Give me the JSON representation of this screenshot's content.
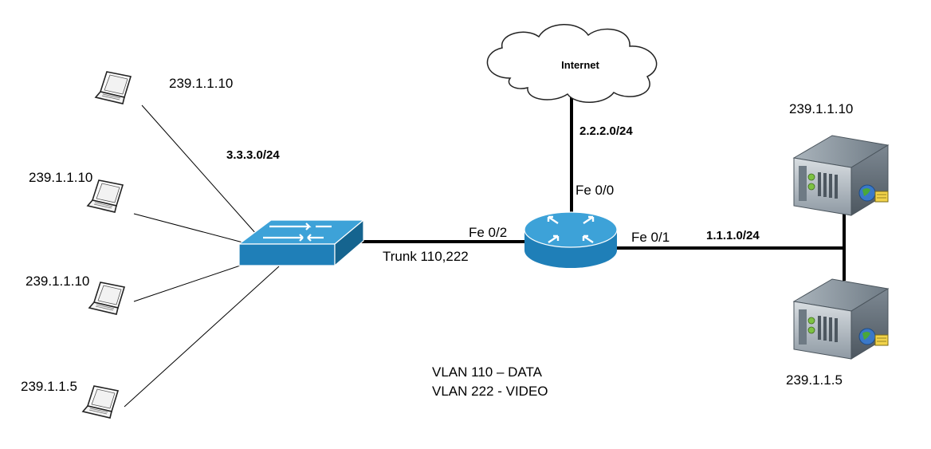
{
  "cloud": {
    "label": "Internet"
  },
  "subnets": {
    "internet": "2.2.2.0/24",
    "lan": "3.3.3.0/24",
    "servers": "1.1.1.0/24"
  },
  "interfaces": {
    "router_internet": "Fe 0/0",
    "router_switch": "Fe 0/2",
    "router_servers": "Fe 0/1"
  },
  "trunk_label": "Trunk 110,222",
  "vlan_legend": [
    "VLAN 110 – DATA",
    "VLAN 222 - VIDEO"
  ],
  "laptops": [
    {
      "ip": "239.1.1.10"
    },
    {
      "ip": "239.1.1.10"
    },
    {
      "ip": "239.1.1.10"
    },
    {
      "ip": "239.1.1.5"
    }
  ],
  "servers": [
    {
      "ip": "239.1.1.10"
    },
    {
      "ip": "239.1.1.5"
    }
  ],
  "colors": {
    "device_blue": "#2f8fc6",
    "device_blue_dark": "#1b6b9c",
    "server_gray": "#9aa5ae",
    "link": "#000000"
  }
}
